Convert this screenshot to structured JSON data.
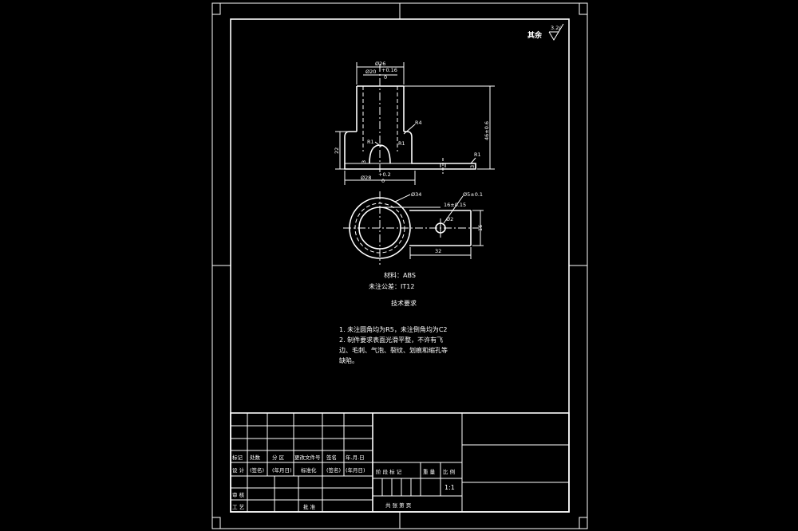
{
  "roughness": {
    "label": "其余",
    "value": "3.2/"
  },
  "dims": {
    "d26": "Ø26",
    "d20": "Ø20",
    "d20_tol_upper": "+0.16",
    "d20_tol_lower": "0",
    "r4": "R4",
    "r1_left": "R1",
    "r1_mid": "R1",
    "r1_right": "R1",
    "h46": "46±0.6",
    "h22": "22",
    "h3": "3",
    "h3_right": "3",
    "d28": "Ø28",
    "d28_tol_upper": "+0.2",
    "d28_tol_lower": "0",
    "d34": "Ø34",
    "d5": "Ø5±0.1",
    "len16": "16±0.15",
    "d2": "Ø2",
    "w16": "16",
    "len32": "32"
  },
  "notes": {
    "material": "材料：ABS",
    "tolerance": "未注公差：IT12",
    "tech_title": "技术要求",
    "item1": "1. 未注圆角均为R5，未注倒角均为C2",
    "item2": "2. 制件要求表面光滑平整，不许有飞",
    "item2b": "边、毛刺、气泡、裂纹、划痕和缩孔等",
    "item2c": "缺陷。"
  },
  "title_block": {
    "row_headers": [
      "标记",
      "处数",
      "分 区",
      "更改文件号",
      "签名",
      "年.月.日"
    ],
    "design_row": [
      "设 计",
      "(签名)",
      "(年月日)",
      "标准化",
      "(签名)",
      "(年月日)"
    ],
    "review": "审 核",
    "process": "工 艺",
    "approve": "批 准",
    "stage_header": [
      "阶 段 标 记",
      "重 量",
      "比 例"
    ],
    "scale": "1:1",
    "sheets": "共   张   第   页"
  }
}
